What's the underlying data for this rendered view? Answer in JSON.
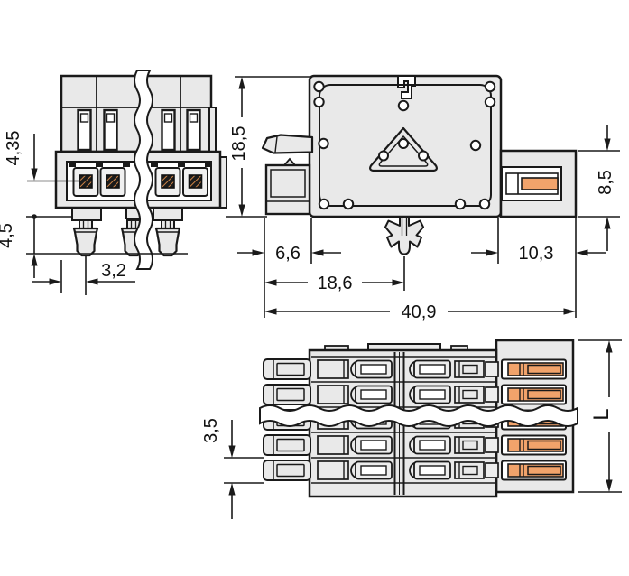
{
  "title": "pluggable-connector-dimension-drawing",
  "views": {
    "front": "front-view",
    "side": "side-view",
    "bottom": "bottom-view"
  },
  "dims": {
    "d435": "4,35",
    "d45": "4,5",
    "d32": "3,2",
    "d185": "18,5",
    "d66": "6,6",
    "d186": "18,6",
    "d103": "10,3",
    "d409": "40,9",
    "d85": "8,5",
    "d35": "3,5",
    "dL": "L"
  },
  "colors": {
    "line": "#1a1a1a",
    "body_fill": "#e9e9e9",
    "contact_orange": "#f1a36b",
    "hatch_orange": "#cd8346",
    "background": "#ffffff"
  }
}
